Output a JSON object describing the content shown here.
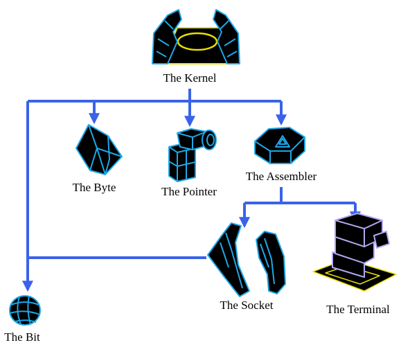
{
  "nodes": {
    "kernel": {
      "label": "The Kernel"
    },
    "byte": {
      "label": "The Byte"
    },
    "pointer": {
      "label": "The Pointer"
    },
    "assembler": {
      "label": "The Assembler"
    },
    "socket": {
      "label": "The Socket"
    },
    "terminal": {
      "label": "The Terminal"
    },
    "bit": {
      "label": "The Bit"
    }
  },
  "edges": [
    {
      "from": "kernel",
      "to": "byte"
    },
    {
      "from": "kernel",
      "to": "pointer"
    },
    {
      "from": "kernel",
      "to": "assembler"
    },
    {
      "from": "kernel",
      "to": "bit"
    },
    {
      "from": "assembler",
      "to": "socket"
    },
    {
      "from": "assembler",
      "to": "terminal"
    },
    {
      "from": "socket",
      "to": "bit"
    }
  ],
  "colors": {
    "connector": "#3a63e8",
    "outline_cyan": "#1ea8e8",
    "fill_dark": "#000000",
    "accent_yellow": "#e8e000",
    "outline_violet": "#b4a8f0"
  },
  "icons": {
    "kernel": "kernel-icon",
    "byte": "byte-icon",
    "pointer": "pointer-icon",
    "assembler": "assembler-icon",
    "socket": "socket-icon",
    "terminal": "terminal-icon",
    "bit": "bit-icon"
  }
}
